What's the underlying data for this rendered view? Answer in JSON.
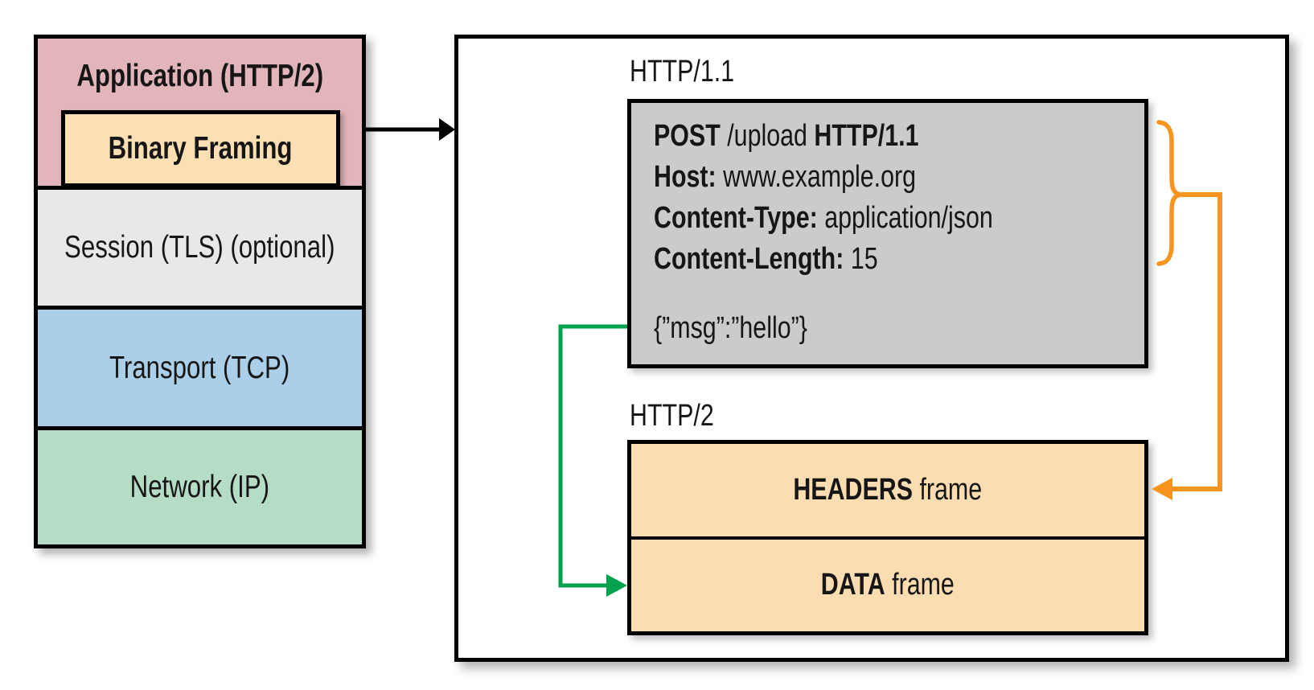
{
  "colors": {
    "application_fill": "#e2b5ba",
    "binary_framing_fill": "#fcdfb3",
    "session_fill": "#e8e8e8",
    "transport_fill": "#abcfe9",
    "network_fill": "#b5dcc5",
    "request_box_fill": "#cbcbcb",
    "frame_fill": "#fcddb1",
    "headers_connector": "#f7941e",
    "data_connector": "#00a14e",
    "outline": "#000000"
  },
  "stack": {
    "application_label": "Application (HTTP/2)",
    "binary_framing_label": "Binary Framing",
    "session_label": "Session (TLS) (optional)",
    "transport_label": "Transport (TCP)",
    "network_label": "Network (IP)"
  },
  "panel": {
    "http11_label": "HTTP/1.1",
    "request_lines": [
      [
        {
          "t": "POST",
          "b": true
        },
        {
          "t": " /upload ",
          "b": false
        },
        {
          "t": "HTTP/1.1",
          "b": true
        }
      ],
      [
        {
          "t": "Host:",
          "b": true
        },
        {
          "t": " www.example.org",
          "b": false
        }
      ],
      [
        {
          "t": "Content-Type:",
          "b": true
        },
        {
          "t": " application/json",
          "b": false
        }
      ],
      [
        {
          "t": "Content-Length:",
          "b": true
        },
        {
          "t": " 15",
          "b": false
        }
      ]
    ],
    "request_body": "{”msg”:”hello”}",
    "http2_label": "HTTP/2",
    "frames": [
      [
        {
          "t": "HEADERS",
          "b": true
        },
        {
          "t": " frame",
          "b": false
        }
      ],
      [
        {
          "t": "DATA",
          "b": true
        },
        {
          "t": " frame",
          "b": false
        }
      ]
    ]
  }
}
